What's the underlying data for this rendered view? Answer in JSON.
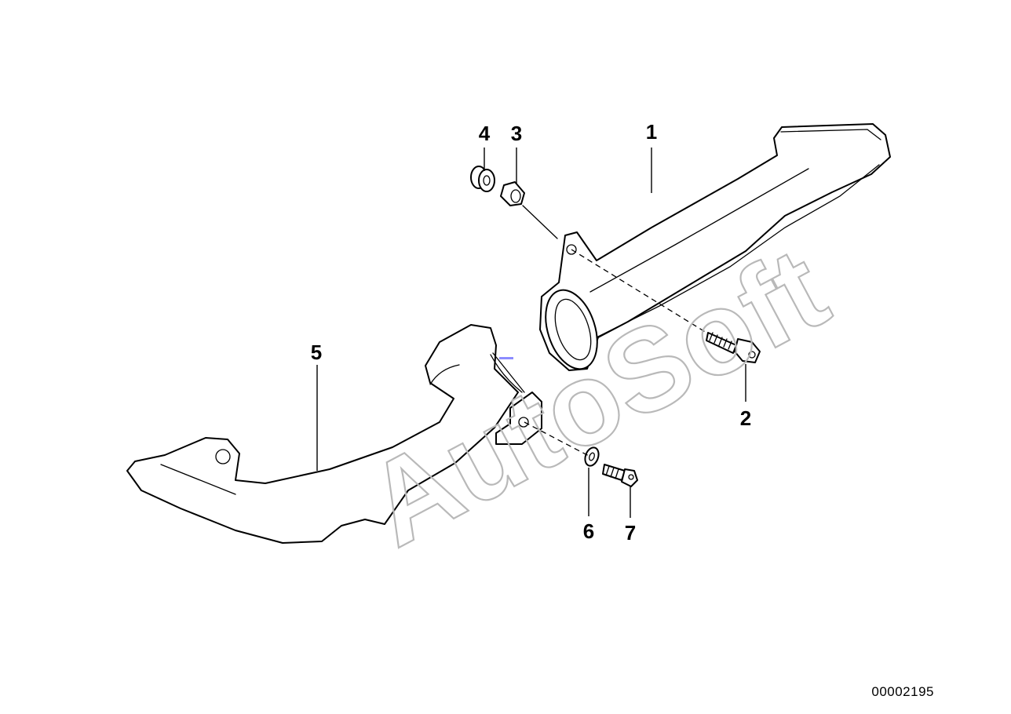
{
  "diagram": {
    "callouts": [
      {
        "id": "1",
        "label": "1"
      },
      {
        "id": "2",
        "label": "2"
      },
      {
        "id": "3",
        "label": "3"
      },
      {
        "id": "4",
        "label": "4"
      },
      {
        "id": "5",
        "label": "5"
      },
      {
        "id": "6",
        "label": "6"
      },
      {
        "id": "7",
        "label": "7"
      }
    ],
    "diagram_number": "00002195",
    "watermark": "AutoSoft"
  },
  "colors": {
    "line": "#000000",
    "background": "#ffffff",
    "watermark": "#b9b9b9",
    "marker": "#8c8cff"
  }
}
